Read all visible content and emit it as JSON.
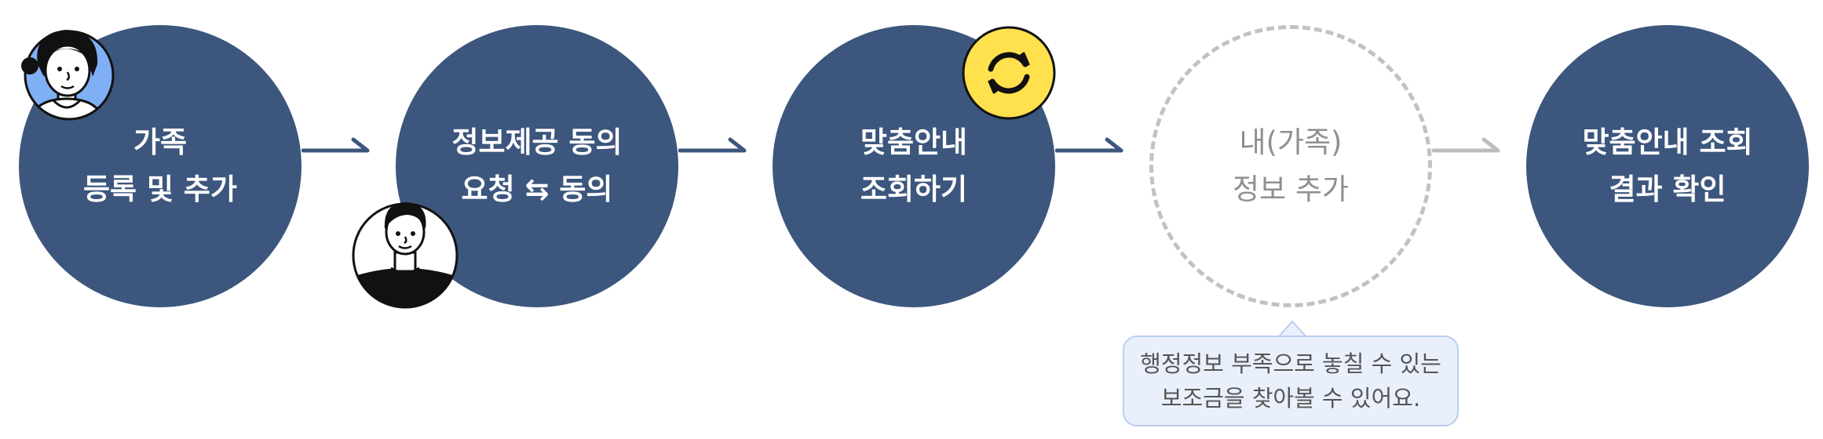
{
  "steps": [
    {
      "id": "register-family",
      "line1": "가족",
      "line2": "등록 및 추가"
    },
    {
      "id": "consent",
      "line1": "정보제공 동의",
      "line2": "요청 ⇆ 동의"
    },
    {
      "id": "lookup",
      "line1": "맞춤안내",
      "line2": "조회하기"
    },
    {
      "id": "add-info",
      "line1": "내(가족)",
      "line2": "정보 추가"
    },
    {
      "id": "check-result",
      "line1": "맞춤안내 조회",
      "line2": "결과 확인"
    }
  ],
  "callout": {
    "line1": "행정정보 부족으로 놓칠 수 있는",
    "line2": "보조금을 찾아볼 수 있어요."
  },
  "colors": {
    "step_fill": "#3c567d",
    "step_text": "#ffffff",
    "dashed_border": "#c2c2c2",
    "dashed_text": "#8f8f8f",
    "arrow_active": "#3c567d",
    "arrow_inactive": "#bdbdbd",
    "callout_bg": "#e9f0fc",
    "callout_border": "#b9cdf0",
    "refresh_badge": "#ffe14d",
    "avatar_woman_bg": "#7fb0f5"
  },
  "icons": [
    "woman-avatar-icon",
    "man-avatar-icon",
    "refresh-icon",
    "arrow-right-icon"
  ]
}
